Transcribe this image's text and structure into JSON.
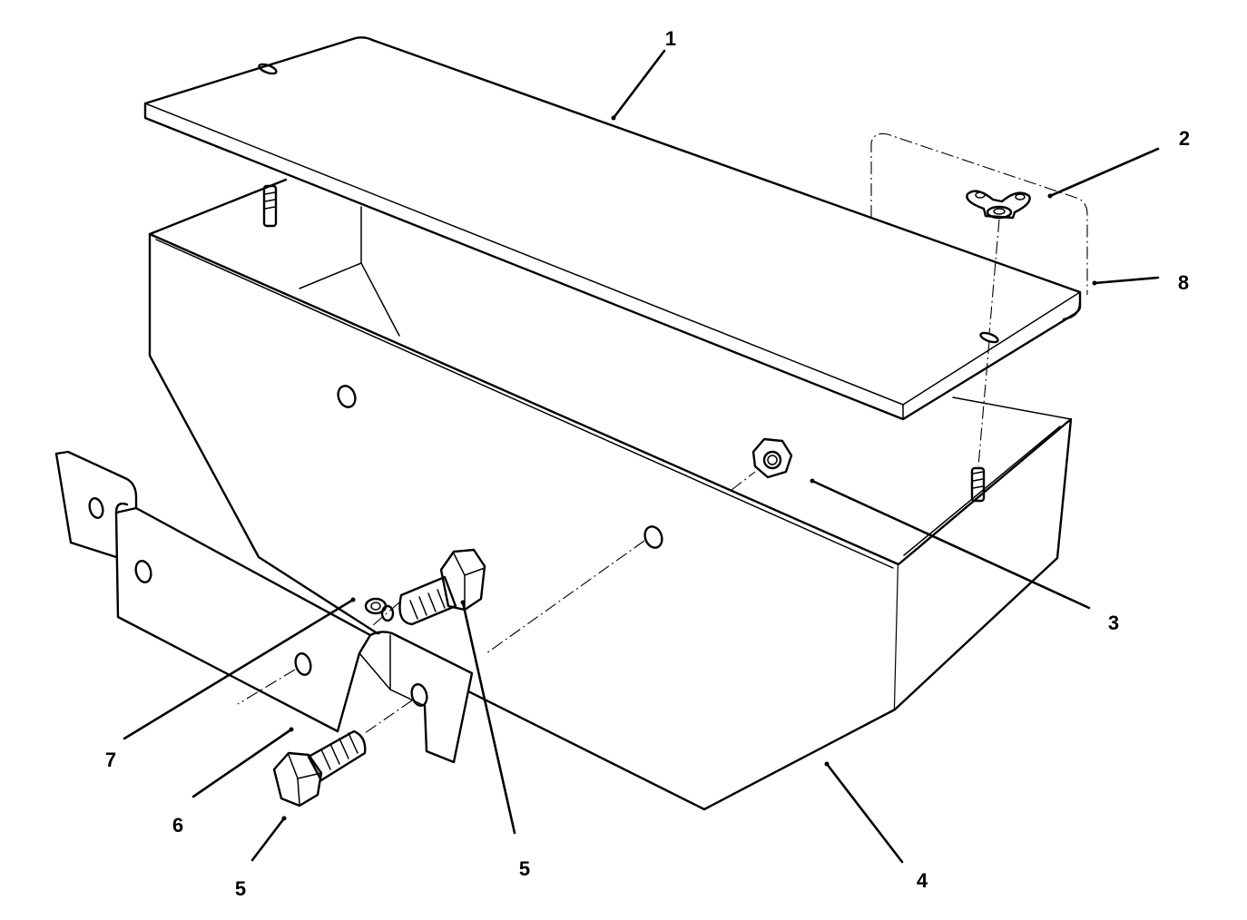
{
  "callouts": [
    {
      "id": "1",
      "label": "1"
    },
    {
      "id": "2",
      "label": "2"
    },
    {
      "id": "3",
      "label": "3"
    },
    {
      "id": "4",
      "label": "4"
    },
    {
      "id": "5a",
      "label": "5"
    },
    {
      "id": "5b",
      "label": "5"
    },
    {
      "id": "6",
      "label": "6"
    },
    {
      "id": "7",
      "label": "7"
    },
    {
      "id": "8",
      "label": "8"
    }
  ]
}
